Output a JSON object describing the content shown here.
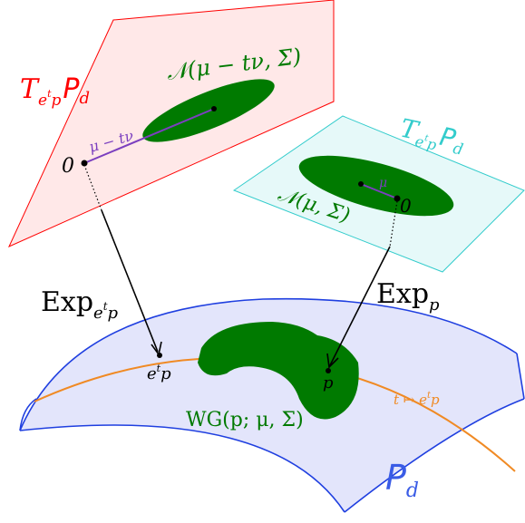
{
  "diagram": {
    "left_plane": {
      "label_T": "T",
      "label_sub_base": "e",
      "label_sub_sup": "t",
      "label_sub_end": "p",
      "label_P": "P",
      "label_P_sub": "d",
      "gaussian_label": "𝒩(μ − tν, Σ)",
      "segment_label": "μ − tν",
      "origin_label": "0",
      "color_stroke": "#ff0000",
      "color_fill": "#ffe8e8"
    },
    "right_plane": {
      "label_T": "T",
      "label_sub_base": "e",
      "label_sub_sup": "t",
      "label_sub_end": "p",
      "label_P": "P",
      "label_P_sub": "d",
      "gaussian_label": "𝒩(μ, Σ)",
      "segment_label": "μ",
      "origin_label": "0",
      "color_stroke": "#33cccc",
      "color_fill": "#e6f9f9"
    },
    "exp_left": {
      "base": "Exp",
      "sub_base": "e",
      "sub_sup": "t",
      "sub_end": "p"
    },
    "exp_right": {
      "base": "Exp",
      "sub": "p"
    },
    "manifold": {
      "label_P": "P",
      "label_sub": "d",
      "point_left_base": "e",
      "point_left_sup": "t",
      "point_left_end": "p",
      "point_right": "p",
      "curve_label_pre": "t ↦ e",
      "curve_label_sup": "t",
      "curve_label_end": "p",
      "wg_label": "WG(p; μ, Σ)",
      "color_stroke": "#1f3fe0",
      "color_fill": "#e3e5fb",
      "curve_color": "#f08a24"
    },
    "blob_color": "#007a00",
    "segment_color": "#7b3fbf"
  }
}
